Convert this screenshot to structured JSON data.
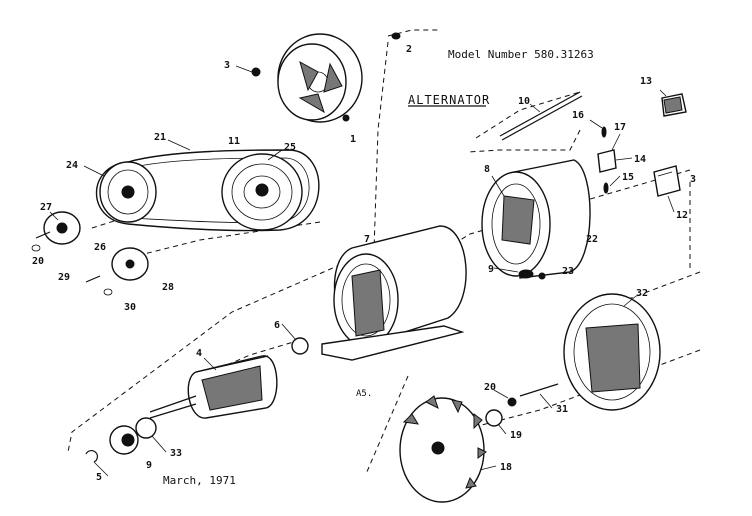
{
  "header": {
    "model_number": "Model Number 580.31263",
    "title": "ALTERNATOR",
    "date": "March, 1971",
    "sheet_code": "A5."
  },
  "callouts": {
    "c1": "1",
    "c2": "2",
    "c3": "3",
    "c3b": "3",
    "c4": "4",
    "c5": "5",
    "c6": "6",
    "c7": "7",
    "c8": "8",
    "c9": "9",
    "c9b": "9",
    "c10": "10",
    "c11": "11",
    "c12": "12",
    "c13": "13",
    "c14": "14",
    "c15": "15",
    "c16": "16",
    "c17": "17",
    "c18": "18",
    "c19": "19",
    "c20": "20",
    "c20b": "20",
    "c21": "21",
    "c22": "22",
    "c23": "23",
    "c24": "24",
    "c25": "25",
    "c26": "26",
    "c27": "27",
    "c28": "28",
    "c29": "29",
    "c30": "30",
    "c31": "31",
    "c32": "32",
    "c33": "33"
  }
}
